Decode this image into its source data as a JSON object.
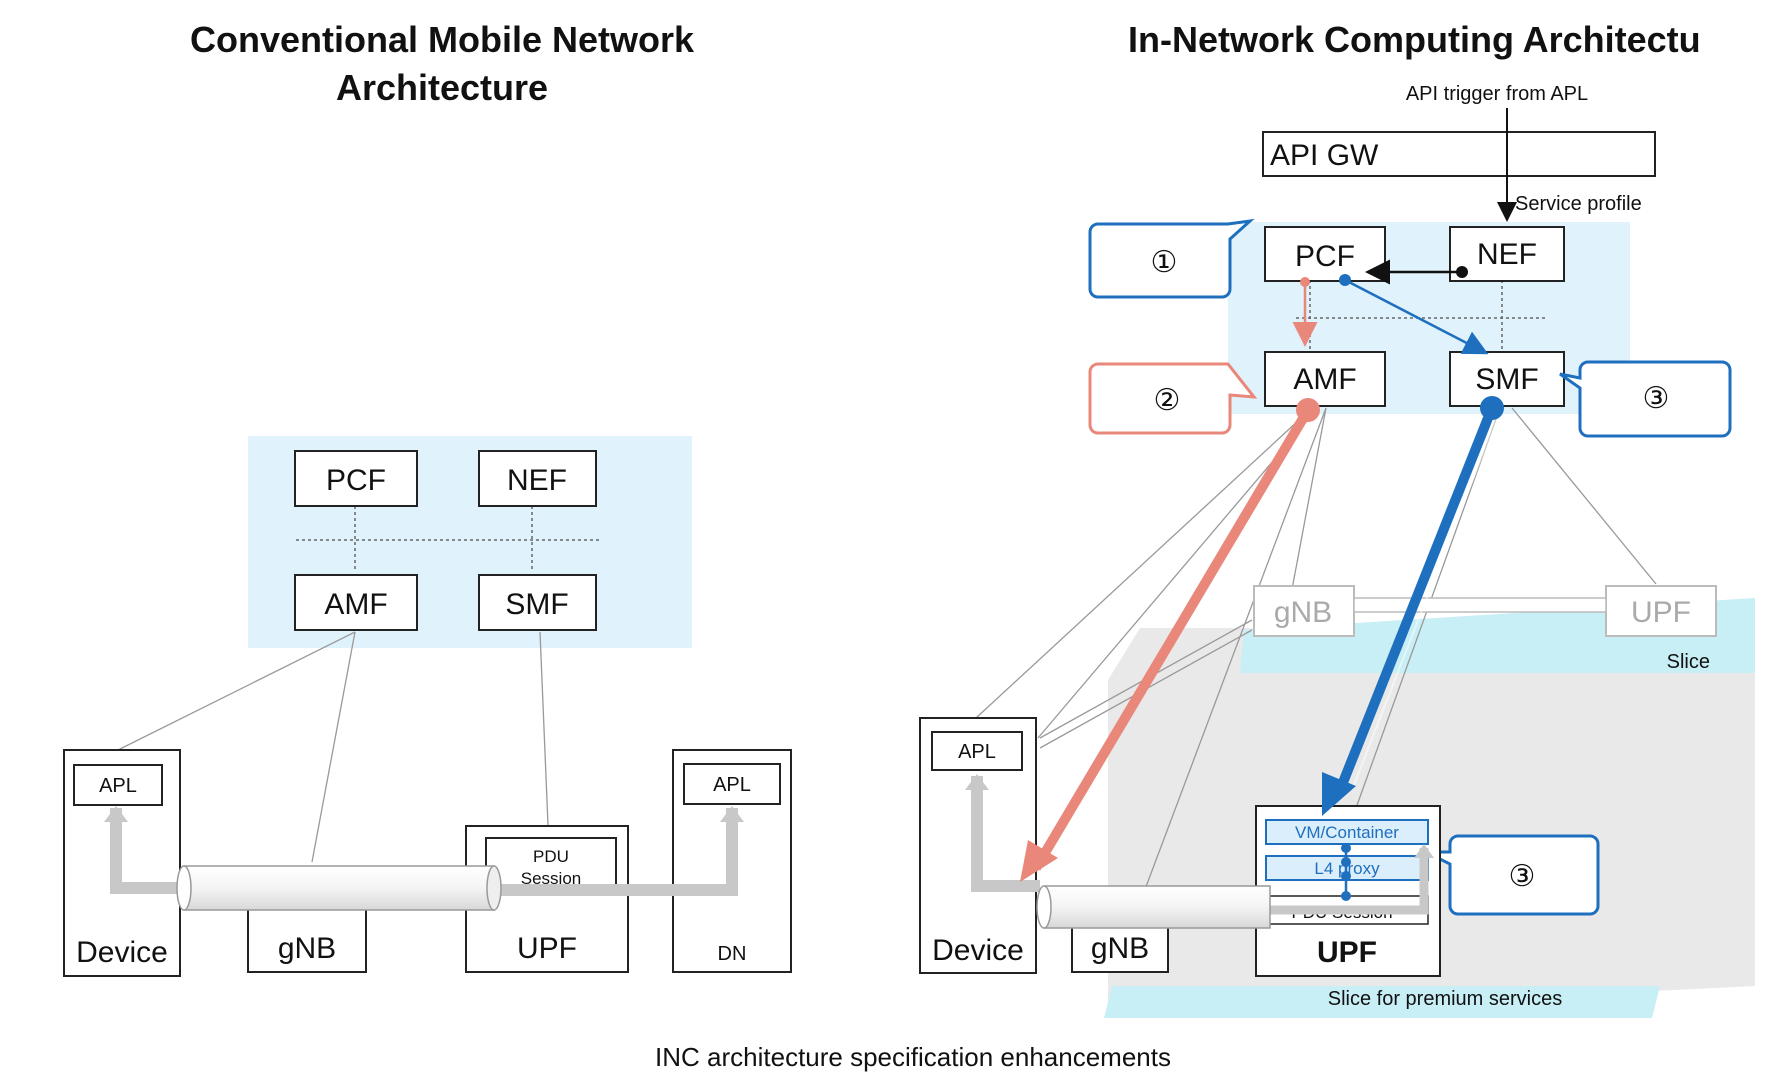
{
  "caption": "INC architecture specification enhancements",
  "left": {
    "title_line1": "Conventional Mobile Network",
    "title_line2": "Architecture",
    "nf": {
      "pcf": "PCF",
      "nef": "NEF",
      "amf": "AMF",
      "smf": "SMF"
    },
    "device": "Device",
    "device_apl": "APL",
    "gnb": "gNB",
    "upf": "UPF",
    "pdu_line1": "PDU",
    "pdu_line2": "Session",
    "dn": "DN",
    "dn_apl": "APL"
  },
  "right": {
    "title": "In-Network Computing Architectu",
    "api_trigger": "API trigger from APL",
    "api_gw": "API GW",
    "service_profile": "Service profile",
    "nf": {
      "pcf": "PCF",
      "nef": "NEF",
      "amf": "AMF",
      "smf": "SMF"
    },
    "callouts": {
      "one": "①",
      "two": "②",
      "three_a": "③",
      "three_b": "③"
    },
    "gnb_slice": "gNB",
    "upf_slice": "UPF",
    "slice_label": "Slice",
    "premium_slice_label": "Slice for premium services",
    "device": "Device",
    "device_apl": "APL",
    "gnb": "gNB",
    "upf": "UPF",
    "vm_container": "VM/Container",
    "l4_proxy": "L4 proxy",
    "pdu_session": "PDU Session"
  },
  "colors": {
    "nf_area": "#e0f3fc",
    "slice_area": "#e9e9e9",
    "slice_band": "#c8eef6",
    "blue": "#1f6fbf",
    "salmon": "#e9877a",
    "gray_pipe": "#c8c8c8"
  }
}
